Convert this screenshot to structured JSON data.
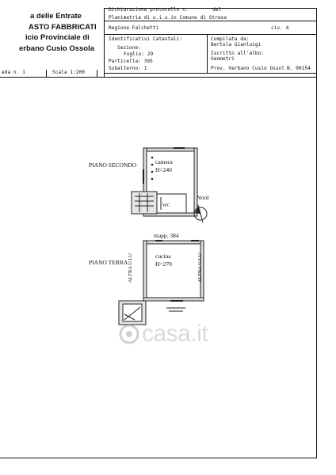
{
  "office": {
    "line1": "a delle Entrate",
    "line2": "ASTO FABBRICATI",
    "line3": "icio Provinciale di",
    "line4": "erbano Cusio Ossola"
  },
  "header": {
    "dichiarazione": "Dichiarazione protocollo n.",
    "del": "del",
    "planimetria": "Planimetria di u.i.u.in Comune di Stresa",
    "regione": "Regione Falchetti",
    "civ": "civ. 4",
    "identificativi": "Identificativi Catastali:",
    "sezione": "Sezione:",
    "foglio": "Foglio: 29",
    "particella": "Particella: 395",
    "subalterno": "Subalterno: 1",
    "compilata": "Compilata da:",
    "compilatore": "Bertola Gianluigi",
    "iscritto": "Iscritto all'albo:",
    "albo": "Geometri",
    "prov": "Prov. Verbano Cusio Ossol",
    "numero": "N. 00154",
    "scheda": "eda n. 1",
    "scala": "Scala 1:200"
  },
  "plan": {
    "piano_secondo": "PIANO SECONDO",
    "camera": "camera",
    "camera_h": "H=240",
    "wc": "WC",
    "nord": "Nord",
    "mapp": "mapp. 384",
    "piano_terra": "PIANO TERRA",
    "cucina": "cucina",
    "cucina_h": "H=270",
    "altra_uiu": "ALTRA U.I.U"
  },
  "watermark": "casa.it"
}
